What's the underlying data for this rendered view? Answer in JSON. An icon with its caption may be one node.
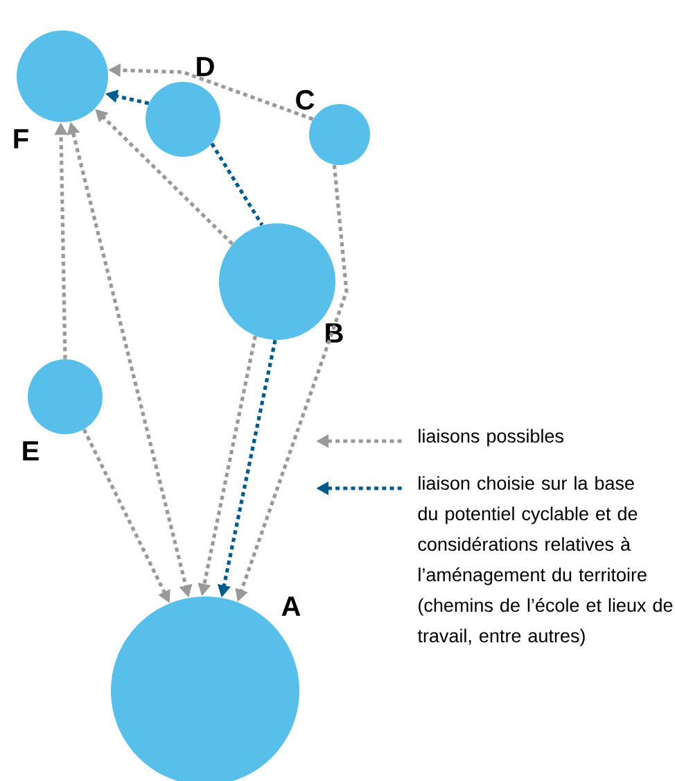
{
  "diagram": {
    "nodes": [
      {
        "text": [],
        "shape": "circle",
        "beside": [
          "F"
        ]
      },
      {
        "text": [],
        "shape": "circle",
        "beside": [
          "D"
        ]
      },
      {
        "text": [],
        "shape": "circle",
        "beside": [
          "C"
        ]
      },
      {
        "text": [],
        "shape": "circle",
        "beside": [
          "B"
        ]
      },
      {
        "text": [],
        "shape": "circle",
        "beside": [
          "E"
        ]
      },
      {
        "text": [],
        "shape": "circle",
        "beside": [
          "A"
        ]
      }
    ],
    "edges": [
      {
        "from": 4,
        "to": 0,
        "arrow": "to"
      },
      {
        "from": 4,
        "to": 5,
        "arrow": "to"
      },
      {
        "from": 0,
        "to": 5,
        "arrow": "both"
      },
      {
        "from": 3,
        "to": 0,
        "arrow": "to"
      },
      {
        "from": 3,
        "to": 5,
        "arrow": "to"
      },
      {
        "from": 2,
        "to": 0,
        "arrow": "to"
      },
      {
        "from": 2,
        "to": 5,
        "arrow": "to"
      },
      {
        "from": 1,
        "to": 0,
        "arrow": "to",
        "color": "#005b8c"
      },
      {
        "from": 1,
        "to": 3,
        "arrow": "none",
        "color": "#005b8c"
      },
      {
        "from": 3,
        "to": 5,
        "arrow": "to",
        "color": "#005b8c"
      }
    ],
    "legend": [
      {
        "text": "liaisons possibles"
      },
      {
        "text": "liaison choisie sur la base du potentiel cyclable et de considérations relatives à l’aménagement du territoire (chemins de l’école et lieux de travail, entre autres)"
      }
    ]
  }
}
